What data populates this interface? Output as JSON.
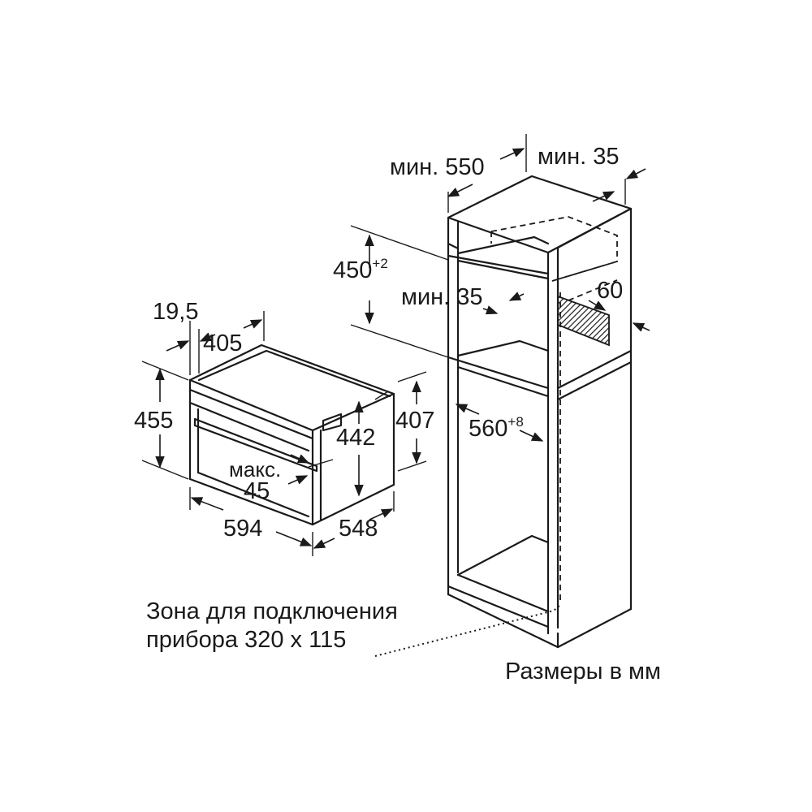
{
  "dimensions": {
    "cab_width": "мин. 550",
    "cab_side_gap": "мин. 35",
    "niche_height_value": "450",
    "niche_height_tol": "+2",
    "shelf_gap": "мин. 35",
    "vent_height": "60",
    "niche_depth_value": "560",
    "niche_depth_tol": "+8",
    "front_offset": "19,5",
    "front_width": "405",
    "total_height": "455",
    "body_height": "442",
    "body_height_2": "407",
    "handle_max_line1": "макс.",
    "handle_max_line2": "45",
    "total_width": "594",
    "body_depth": "548"
  },
  "notes": {
    "connection_line1": "Зона для подключения",
    "connection_line2": "прибора 320 х 115",
    "units": "Размеры в мм"
  }
}
